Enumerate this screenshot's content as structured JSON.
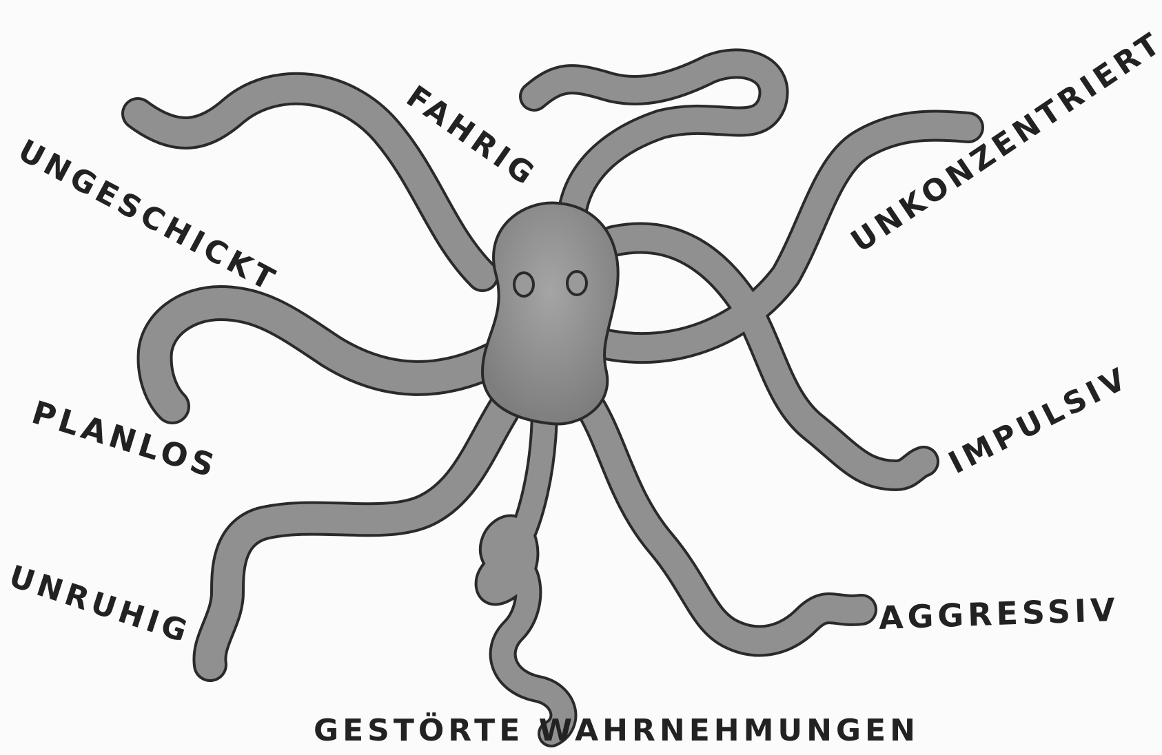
{
  "labels": {
    "ungeschickt": "UNGESCHICKT",
    "fahrig": "FAHRIG",
    "unkonzentriert": "UNKONZENTRIERT",
    "planlos": "PLANLOS",
    "impulsiv": "IMPULSIV",
    "unruhig": "UNRUHIG",
    "aggressiv": "AGGRESSIV",
    "gestoerte_wahrnehmungen": "GESTÖRTE WAHRNEHMUNGEN"
  },
  "colors": {
    "outline": "#2a2a2a",
    "body_fill": "#8f8f8f",
    "ink": "#222222",
    "paper": "#fbfbfb"
  }
}
